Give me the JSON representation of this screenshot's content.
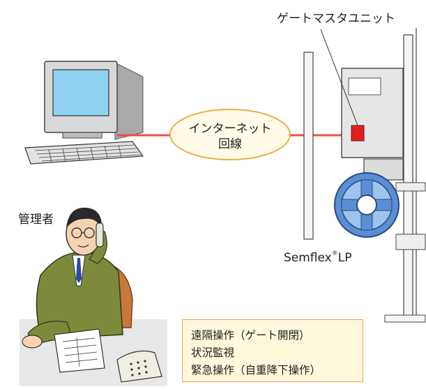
{
  "labels": {
    "gate_master_unit": "ゲートマスタユニット",
    "manager": "管理者",
    "product_name": "Semflex",
    "product_reg": "®",
    "product_suffix": "LP"
  },
  "network": {
    "line1": "インターネット",
    "line2": "回線"
  },
  "operations": [
    "遠隔操作（ゲート開閉）",
    "状況監視",
    "緊急操作（自重降下操作）"
  ],
  "colors": {
    "connection_line": "#e8504a",
    "unit_indicator": "#e02020",
    "cloud_fill": "#fffbe8",
    "cloud_border": "#e8b04a",
    "ops_box_fill": "#fff8dc",
    "ops_box_border": "#e8a64c",
    "wheel_blue": "#5a8fd6",
    "screen_blue": "#8ed2ef",
    "jacket_green": "#7d8a3c"
  }
}
